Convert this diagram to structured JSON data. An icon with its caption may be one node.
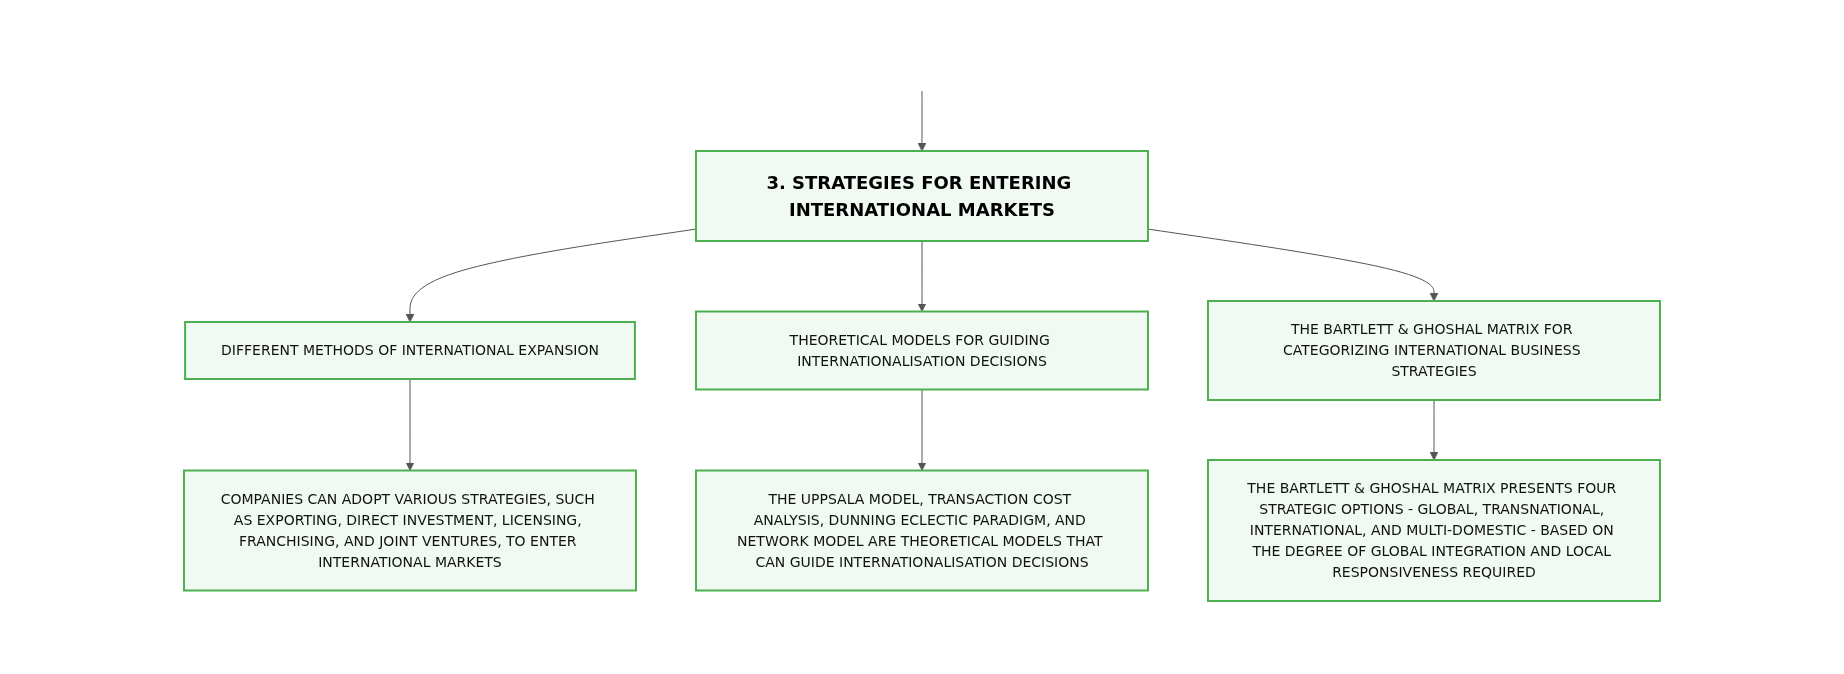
{
  "diagram": {
    "nodes": [
      {
        "text": [
          "3. STRATEGIES FOR ENTERING INTERNATIONAL MARKETS"
        ]
      },
      {
        "text": [
          "DIFFERENT METHODS OF INTERNATIONAL EXPANSION"
        ]
      },
      {
        "text": [
          "THEORETICAL MODELS FOR GUIDING INTERNATIONALISATION DECISIONS"
        ]
      },
      {
        "text": [
          "THE BARTLETT & GHOSHAL MATRIX FOR CATEGORIZING INTERNATIONAL BUSINESS STRATEGIES"
        ]
      },
      {
        "text": [
          "COMPANIES CAN ADOPT VARIOUS STRATEGIES, SUCH AS EXPORTING, DIRECT INVESTMENT, LICENSING, FRANCHISING, AND JOINT VENTURES, TO ENTER INTERNATIONAL MARKETS"
        ]
      },
      {
        "text": [
          "THE UPPSALA MODEL, TRANSACTION COST ANALYSIS, DUNNING ECLECTIC PARADIGM, AND NETWORK MODEL ARE THEORETICAL MODELS THAT CAN GUIDE INTERNATIONALISATION DECISIONS"
        ]
      },
      {
        "text": [
          "THE BARTLETT & GHOSHAL MATRIX PRESENTS FOUR STRATEGIC OPTIONS - GLOBAL, TRANSNATIONAL, INTERNATIONAL, AND MULTI-DOMESTIC - BASED ON THE DEGREE OF GLOBAL INTEGRATION AND LOCAL RESPONSIVENESS REQUIRED"
        ]
      }
    ],
    "edges": [
      {
        "from": null,
        "to": 0,
        "arrow": "to"
      },
      {
        "from": 0,
        "to": 1,
        "arrow": "to"
      },
      {
        "from": 0,
        "to": 2,
        "arrow": "to"
      },
      {
        "from": 0,
        "to": 3,
        "arrow": "to"
      },
      {
        "from": 1,
        "to": 4,
        "arrow": "to"
      },
      {
        "from": 2,
        "to": 5,
        "arrow": "to"
      },
      {
        "from": 3,
        "to": 6,
        "arrow": "to"
      }
    ]
  }
}
